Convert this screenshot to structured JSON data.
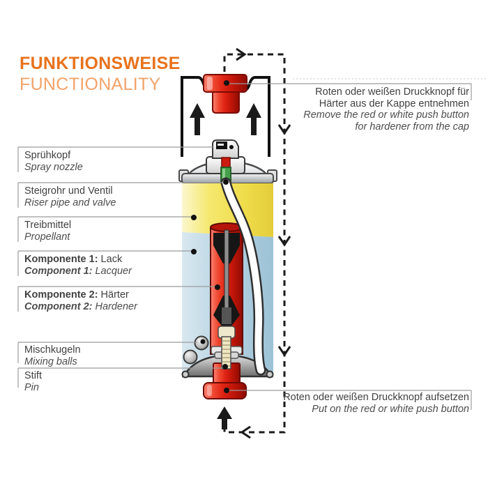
{
  "title": {
    "de": "FUNKTIONSWEISE",
    "en": "FUNCTIONALITY"
  },
  "left_labels": [
    {
      "de_strong": "",
      "de": "Sprühkopf",
      "en_strong": "",
      "en": "Spray nozzle"
    },
    {
      "de_strong": "",
      "de": "Steigrohr und Ventil",
      "en_strong": "",
      "en": "Riser pipe and valve"
    },
    {
      "de_strong": "",
      "de": "Treibmittel",
      "en_strong": "",
      "en": "Propellant"
    },
    {
      "de_strong": "Komponente 1:",
      "de": " Lack",
      "en_strong": "Component 1:",
      "en": " Lacquer"
    },
    {
      "de_strong": "Komponente 2:",
      "de": " Härter",
      "en_strong": "Component 2:",
      "en": " Hardener"
    },
    {
      "de_strong": "",
      "de": "Mischkugeln",
      "en_strong": "",
      "en": "Mixing balls"
    },
    {
      "de_strong": "",
      "de": "Stift",
      "en_strong": "",
      "en": "Pin"
    }
  ],
  "right_labels": {
    "top": {
      "de1": "Roten oder weißen Druckknopf für",
      "de2": "Härter aus der Kappe entnehmen",
      "en1": "Remove the red or white push button",
      "en2": "for hardener from the cap"
    },
    "bottom": {
      "de1": "Roten oder weißen Druckknopf aufsetzen",
      "en1": "Put on the red or white push button"
    }
  },
  "colors": {
    "accent_orange": "#e8731d",
    "accent_orange_light": "#f2a36a",
    "button_red": "#e02414",
    "propellant_yellow": "#f1e055",
    "lacquer_blue": "#a9cbdd",
    "leader_gray": "#9b9b9b"
  }
}
